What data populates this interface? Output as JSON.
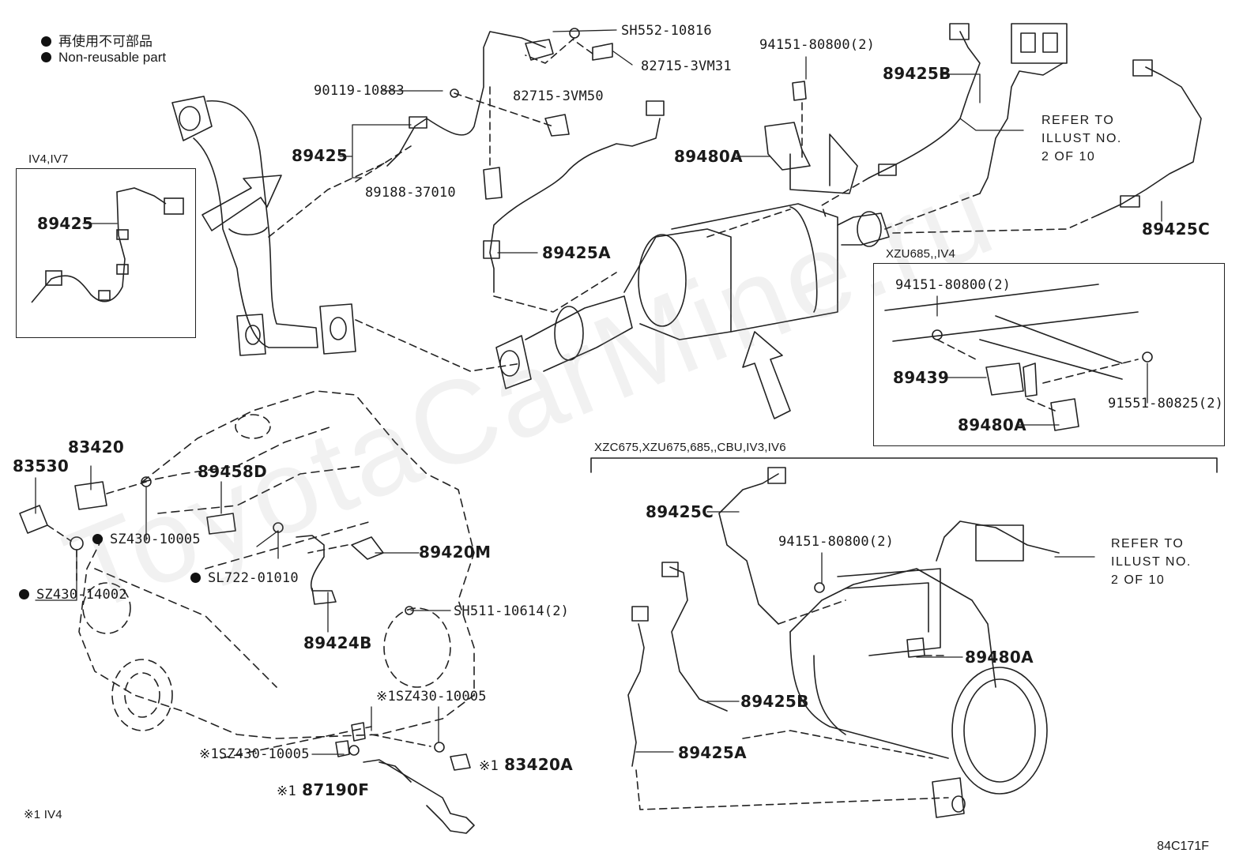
{
  "legend": {
    "items": [
      {
        "text": "再使用不可部品"
      },
      {
        "text": "Non-reusable part"
      }
    ]
  },
  "watermark": "ToyotaCarMine.ru",
  "inset_top_left": {
    "title": "IV4,IV7",
    "part": "89425"
  },
  "inset_right": {
    "title": "XZU685,,IV4",
    "parts": {
      "nut": "94151-80800(2)",
      "bracket": "89439",
      "bolt": "91551-80825(2)",
      "sensor": "89480A"
    }
  },
  "bracket_bottom_right": {
    "title": "XZC675,XZU675,685,,CBU,IV3,IV6"
  },
  "refer_note_top": "REFER TO\nILLUST NO.\n2 OF 10",
  "refer_note_bottom": "REFER TO\nILLUST NO.\n2 OF 10",
  "parts_top": {
    "sh552": "SH552-10816",
    "p82715_3vm31": "82715-3VM31",
    "p90119": "90119-10883",
    "p82715_3vm50": "82715-3VM50",
    "p89425": "89425",
    "p89188": "89188-37010",
    "p89425a": "89425A",
    "p94151": "94151-80800(2)",
    "p89480a": "89480A",
    "p89425b": "89425B",
    "p89425c": "89425C"
  },
  "parts_engine": {
    "p83530": "83530",
    "p83420": "83420",
    "p89458d": "89458D",
    "sz430_10005": "SZ430-10005",
    "sz430_14002": "SZ430-14002",
    "sl722": "SL722-01010",
    "p89420m": "89420M",
    "sh511": "SH511-10614(2)",
    "p89424b": "89424B",
    "sz430_10005_b": "SZ430-10005",
    "sz430_10005_c": "SZ430-10005",
    "p83420a": "83420A",
    "p87190f": "87190F",
    "iv4_mark": "※1",
    "iv4_note": "IV4"
  },
  "parts_bottom_right": {
    "p89425c": "89425C",
    "p94151": "94151-80800(2)",
    "p89480a": "89480A",
    "p89425b": "89425B",
    "p89425a": "89425A"
  },
  "diagram_code": "84C171F"
}
